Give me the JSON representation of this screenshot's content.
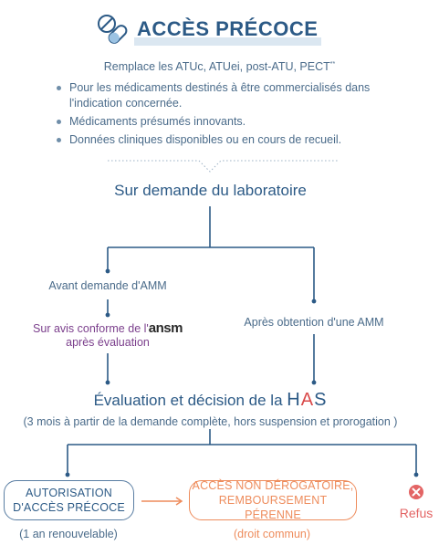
{
  "title": "ACCÈS PRÉCOCE",
  "subtitle": "Remplace les ATUc, ATUei, post-ATU, PECT",
  "subtitle_sup": "**",
  "bullets": [
    "Pour les médicaments destinés à être commercialisés dans l'indication concernée.",
    "Médicaments présumés innovants.",
    "Données cliniques disponibles ou en cours de recueil."
  ],
  "steps": {
    "request": "Sur demande du laboratoire",
    "before_amm": "Avant demande d'AMM",
    "ansm_line1_prefix": "Sur avis conforme de l'",
    "ansm_logo": "ansm",
    "ansm_line2": "après évaluation",
    "after_amm": "Après obtention d'une AMM",
    "evaluation_prefix": "Évaluation et décision de la",
    "has_logo": "HAS",
    "evaluation_note": "(3 mois à partir de la demande complète, hors suspension et prorogation )"
  },
  "outcomes": {
    "authorization_line1": "AUTORISATION",
    "authorization_line2": "D'ACCÈS PRÉCOCE",
    "authorization_note": "(1 an renouvelable)",
    "common_line1": "ACCÈS NON DÉROGATOIRE,",
    "common_line2": "REMBOURSEMENT PÉRENNE",
    "common_note": "(droit commun)",
    "refusal": "Refus"
  },
  "colors": {
    "navy": "#2c5a86",
    "text": "#4a6b8a",
    "purple": "#7b3f8c",
    "orange": "#ee8c5c",
    "red": "#e36464",
    "has_red": "#d94a4a"
  },
  "icons": [
    "pills-icon",
    "chevron-down-icon",
    "arrow-right-icon",
    "refusal-x-icon"
  ]
}
